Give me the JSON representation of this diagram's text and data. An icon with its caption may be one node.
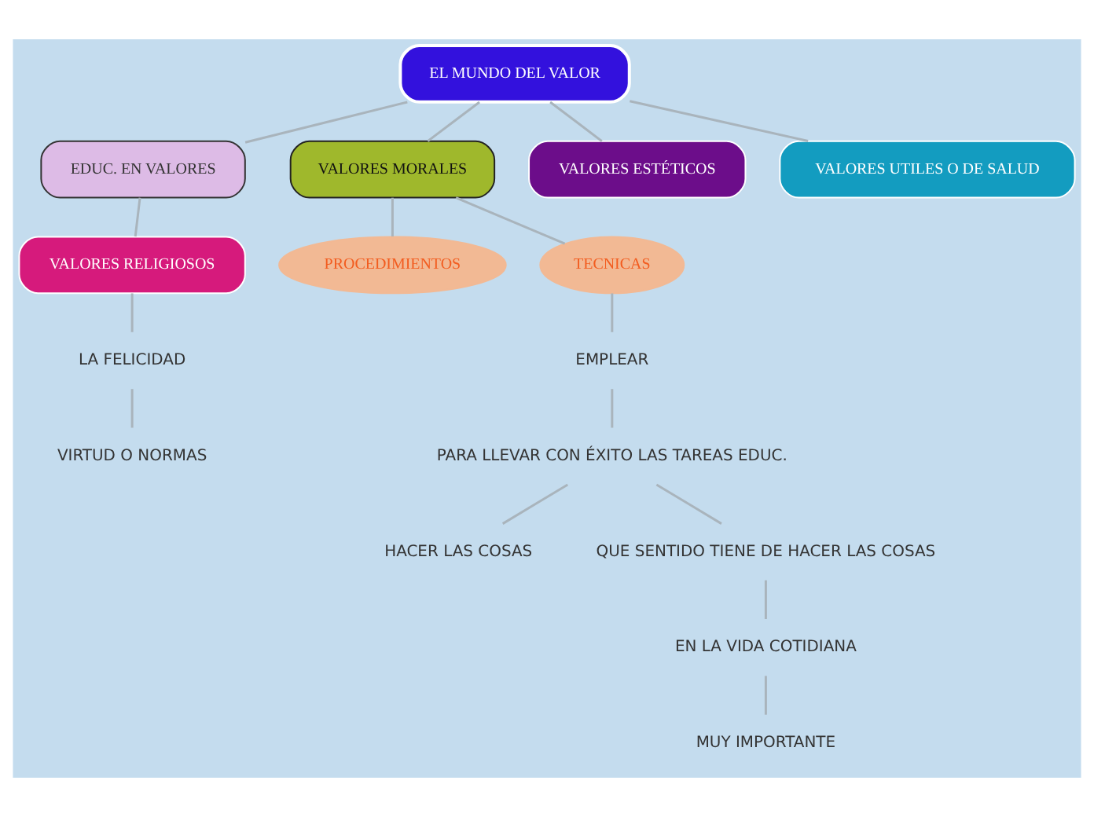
{
  "diagram": {
    "nodes": [
      {
        "text": [
          "EL MUNDO DEL VALOR"
        ]
      },
      {
        "text": [
          "EDUC. EN VALORES"
        ]
      },
      {
        "text": [
          "VALORES MORALES"
        ]
      },
      {
        "text": [
          "VALORES ESTÉTICOS"
        ]
      },
      {
        "text": [
          "VALORES UTILES O DE SALUD"
        ]
      },
      {
        "text": [
          "PROCEDIMIENTOS"
        ]
      },
      {
        "text": [
          "TECNICAS"
        ]
      },
      {
        "text": [
          "VALORES RELIGIOSOS"
        ]
      },
      {
        "text": [
          "LA FELICIDAD"
        ]
      },
      {
        "text": [
          "EMPLEAR"
        ]
      },
      {
        "text": [
          "VIRTUD O NORMAS"
        ]
      },
      {
        "text": [
          "PARA LLEVAR CON ÉXITO LAS TAREAS EDUC."
        ]
      },
      {
        "text": [
          "HACER LAS COSAS"
        ]
      },
      {
        "text": [
          "QUE SENTIDO TIENE DE HACER LAS COSAS"
        ]
      },
      {
        "text": [
          "EN LA VIDA COTIDIANA"
        ]
      },
      {
        "text": [
          "MUY IMPORTANTE"
        ]
      }
    ],
    "edges": [
      {
        "from": 0,
        "to": 1,
        "arrow": "none"
      },
      {
        "from": 0,
        "to": 2,
        "arrow": "none"
      },
      {
        "from": 0,
        "to": 3,
        "arrow": "none"
      },
      {
        "from": 0,
        "to": 4,
        "arrow": "none"
      },
      {
        "from": 2,
        "to": 5,
        "arrow": "none"
      },
      {
        "from": 2,
        "to": 6,
        "arrow": "none"
      },
      {
        "from": 1,
        "to": 7,
        "arrow": "none"
      },
      {
        "from": 7,
        "to": 8,
        "arrow": "none"
      },
      {
        "from": 8,
        "to": 10,
        "arrow": "none"
      },
      {
        "from": 6,
        "to": 9,
        "arrow": "none"
      },
      {
        "from": 9,
        "to": 11,
        "arrow": "none"
      },
      {
        "from": 11,
        "to": 12,
        "arrow": "none"
      },
      {
        "from": 11,
        "to": 13,
        "arrow": "none"
      },
      {
        "from": 13,
        "to": 14,
        "arrow": "none"
      },
      {
        "from": 14,
        "to": 15,
        "arrow": "none"
      }
    ]
  }
}
